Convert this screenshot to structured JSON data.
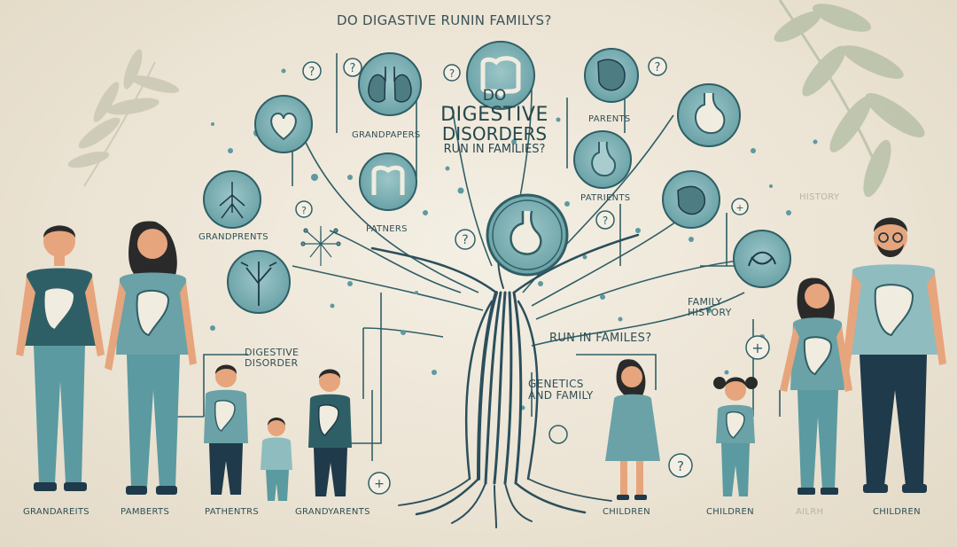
{
  "title": "DO DIGASTIVE RUNIN FAMILYS?",
  "center_text": {
    "line1": "DO",
    "line2": "DIGESTIVE",
    "line3": "DISORDERS",
    "line4": "RUN IN FAMILIES?"
  },
  "labels": {
    "grandpapers": "GRANDPAPERS",
    "grandpents": "GRANDPRENTS",
    "patners": "PATNERS",
    "parents_top": "PARENTS",
    "patrients": "PATRIENTS",
    "history_faint": "HISTORY",
    "family_history": "FAMILY\nHISTORY",
    "digestive_disorder": "DIGESTIVE\nDISORDER",
    "run_in_familes": "RUN IN FAMILES?",
    "genetics_family": "GENETICS\nAND FAMILY"
  },
  "bottom_labels": {
    "grandpareits": "GRANDAREITS",
    "pamberts": "PAMBERTS",
    "pathentrs": "PATHENTRS",
    "grandyarents": "GRANDYARENTS",
    "children_1": "CHILDREN",
    "children_2": "CHILDREN",
    "ailrih_faint": "AILRH",
    "children_3": "CHILDREN"
  },
  "colors": {
    "teal": "#5b9aa0",
    "teal_light": "#8fbcbf",
    "teal_dark": "#2f5f66",
    "navy": "#1f3a4a",
    "skin": "#e6a57c",
    "hair": "#2a2a2a",
    "leaf": "#b8c1a8",
    "background": "#ece5d6"
  },
  "icons": [
    "heart-icon",
    "lungs-icon",
    "intestine-icon",
    "liver-icon",
    "stomach-icon",
    "bronchi-icon",
    "colon-icon",
    "stomach-intestine-icon",
    "gallbladder-icon",
    "tree-icon",
    "dandelion-icon",
    "question-icon",
    "plus-icon"
  ]
}
